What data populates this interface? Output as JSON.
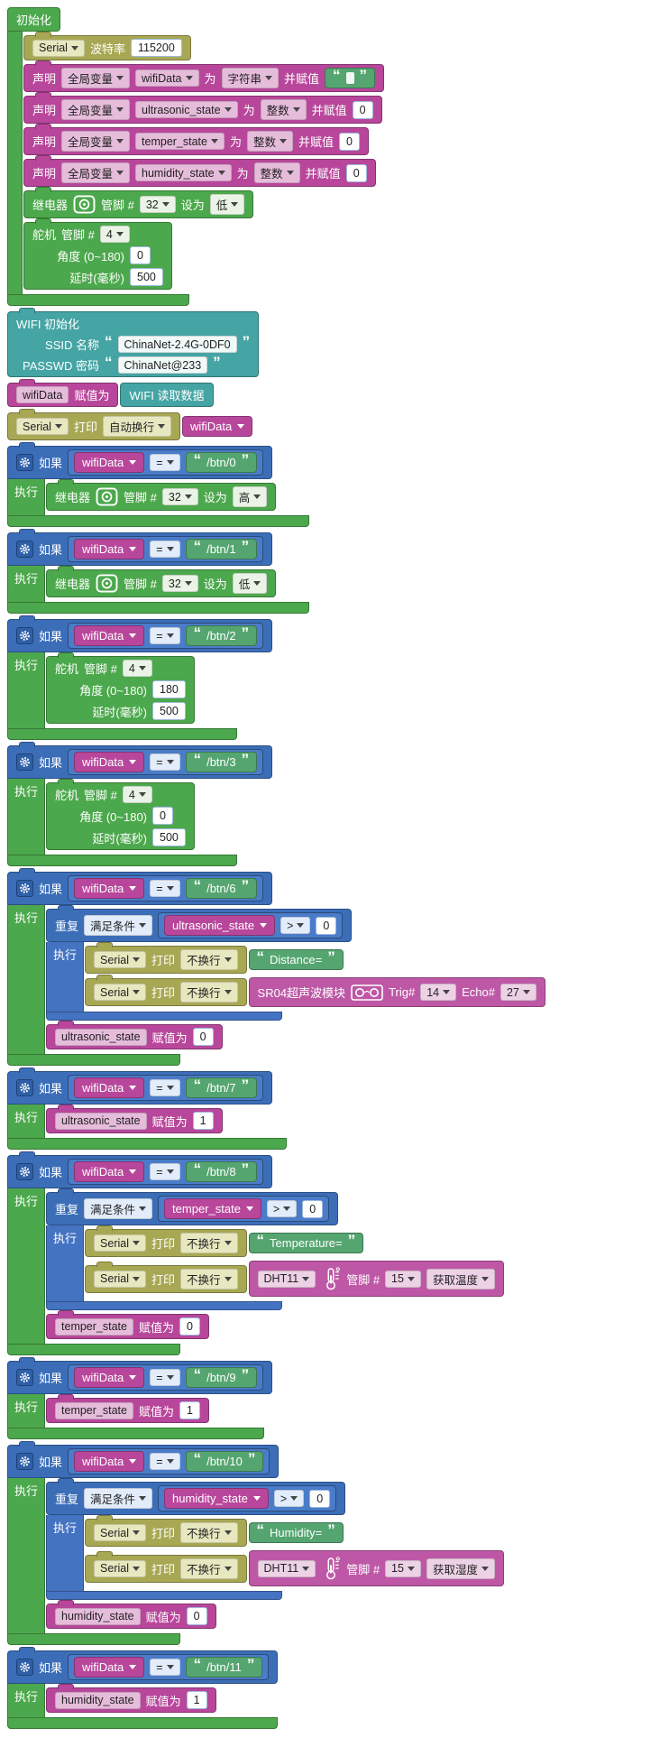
{
  "colors": {
    "canvas": "#ffffff",
    "green_block": "#4CA84C",
    "olive_serial_block": "#A8A854",
    "magenta_variable_block": "#B8479B",
    "pink_sensor_block": "#BE58A6",
    "teal_wifi_block": "#45A4A4",
    "blue_control_block": "#4473C2",
    "string_block": "#55A570"
  },
  "labels": {
    "init": "初始化",
    "serial": "Serial",
    "baud": "波特率",
    "declare": "声明",
    "global": "全局变量",
    "as": "为",
    "and_assign": "并赋值",
    "type_string": "字符串",
    "type_int": "整数",
    "relay": "继电器",
    "pin": "管脚 #",
    "set_to": "设为",
    "servo": "舵机",
    "angle": "角度 (0~180)",
    "delay_ms": "延时(毫秒)",
    "wifi_init": "WIFI 初始化",
    "ssid": "SSID 名称",
    "passwd": "PASSWD 密码",
    "assign": "赋值为",
    "wifi_read": "WIFI 读取数据",
    "print": "打印",
    "auto_wrap": "自动换行",
    "no_wrap": "不换行",
    "if": "如果",
    "do": "执行",
    "repeat": "重复",
    "while_cond": "满足条件",
    "eq": "=",
    "gt": ">",
    "dht11": "DHT11",
    "get_temp": "获取温度",
    "get_hum": "获取湿度",
    "sr04": "SR04超声波模块",
    "trig": "Trig#",
    "echo": "Echo#",
    "lq": "“",
    "rq": "”"
  },
  "vars": {
    "wifi": "wifiData",
    "ultra": "ultrasonic_state",
    "temp": "temper_state",
    "hum": "humidity_state"
  },
  "init": {
    "baud": "115200",
    "empty": "",
    "zero1": "0",
    "zero2": "0",
    "zero3": "0",
    "relay_pin": "32",
    "relay_level": "低",
    "servo_pin": "4",
    "servo_angle": "0",
    "servo_delay": "500"
  },
  "wifi": {
    "ssid": "ChinaNet-2.4G-0DF0",
    "password": "ChinaNet@233"
  },
  "ifs": {
    "b0": {
      "btn": "/btn/0",
      "relay_pin": "32",
      "level": "高"
    },
    "b1": {
      "btn": "/btn/1",
      "relay_pin": "32",
      "level": "低"
    },
    "b2": {
      "btn": "/btn/2",
      "servo_pin": "4",
      "angle": "180",
      "delay": "500"
    },
    "b3": {
      "btn": "/btn/3",
      "servo_pin": "4",
      "angle": "0",
      "delay": "500"
    },
    "b6": {
      "btn": "/btn/6",
      "cmp_value": "0",
      "text": "Distance=",
      "trig": "14",
      "echo": "27",
      "reset": "0"
    },
    "b7": {
      "btn": "/btn/7",
      "value": "1"
    },
    "b8": {
      "btn": "/btn/8",
      "cmp_value": "0",
      "text": "Temperature=",
      "pin": "15",
      "reset": "0"
    },
    "b9": {
      "btn": "/btn/9",
      "value": "1"
    },
    "b10": {
      "btn": "/btn/10",
      "cmp_value": "0",
      "text": "Humidity=",
      "pin": "15",
      "reset": "0"
    },
    "b11": {
      "btn": "/btn/11",
      "value": "1"
    }
  }
}
